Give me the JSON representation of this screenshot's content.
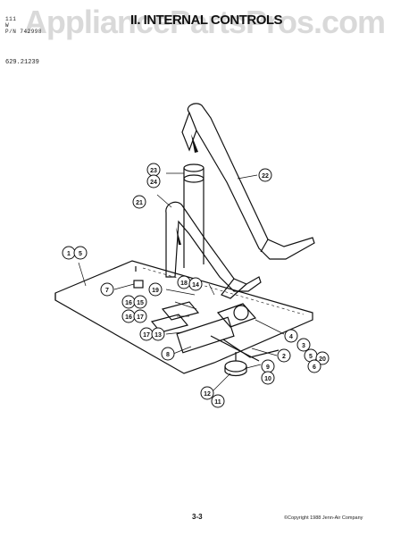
{
  "header": {
    "line1": "111",
    "line2": "W",
    "line3": "P/N 742998",
    "title": "II. INTERNAL CONTROLS",
    "part_number": "629.21239"
  },
  "watermark": "AppliancePartsPros.com",
  "footer": {
    "page": "3-3",
    "copyright": "©Copyright 1988 Jenn-Air Company"
  },
  "callouts": [
    "1",
    "5",
    "7",
    "19",
    "18",
    "14",
    "16",
    "15",
    "16",
    "17",
    "17",
    "13",
    "8",
    "4",
    "3",
    "5",
    "20",
    "6",
    "2",
    "9",
    "10",
    "12",
    "11",
    "21",
    "22",
    "23",
    "24"
  ]
}
